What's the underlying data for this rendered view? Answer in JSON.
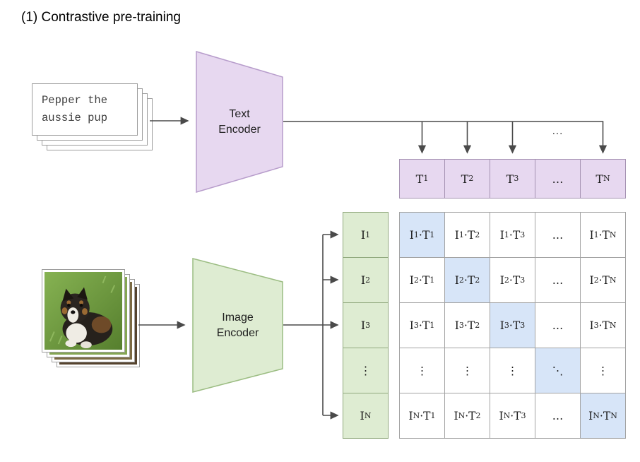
{
  "title": "(1) Contrastive pre-training",
  "caption_card": {
    "line1": "Pepper the",
    "line2": "aussie pup"
  },
  "text_encoder": {
    "line1": "Text",
    "line2": "Encoder"
  },
  "image_encoder": {
    "line1": "Image",
    "line2": "Encoder"
  },
  "top_ellipsis": "...",
  "text_embeddings": {
    "cells": [
      "T_1",
      "T_2",
      "T_3",
      "…",
      "T_N"
    ]
  },
  "image_embeddings": {
    "cells": [
      "I_1",
      "I_2",
      "I_3",
      "⋮",
      "I_N"
    ]
  },
  "similarity_matrix": {
    "rows": [
      [
        "I_1·T_1",
        "I_1·T_2",
        "I_1·T_3",
        "…",
        "I_1·T_N"
      ],
      [
        "I_2·T_1",
        "I_2·T_2",
        "I_2·T_3",
        "…",
        "I_2·T_N"
      ],
      [
        "I_3·T_1",
        "I_3·T_2",
        "I_3·T_3",
        "…",
        "I_3·T_N"
      ],
      [
        "⋮",
        "⋮",
        "⋮",
        "⋱",
        "⋮"
      ],
      [
        "I_N·T_1",
        "I_N·T_2",
        "I_N·T_3",
        "…",
        "I_N·T_N"
      ]
    ],
    "diagonal_highlighted": true
  },
  "colors": {
    "text_fill": "#e7d8f0",
    "text_border": "#b79ccb",
    "image_fill": "#deecd2",
    "image_border": "#9cbd83",
    "t_cell_border": "#a592b2",
    "i_cell_border": "#91a97e",
    "grid_border": "#a3a3a3",
    "diag_fill": "#d7e5f8",
    "arrow": "#4a4a4a"
  }
}
